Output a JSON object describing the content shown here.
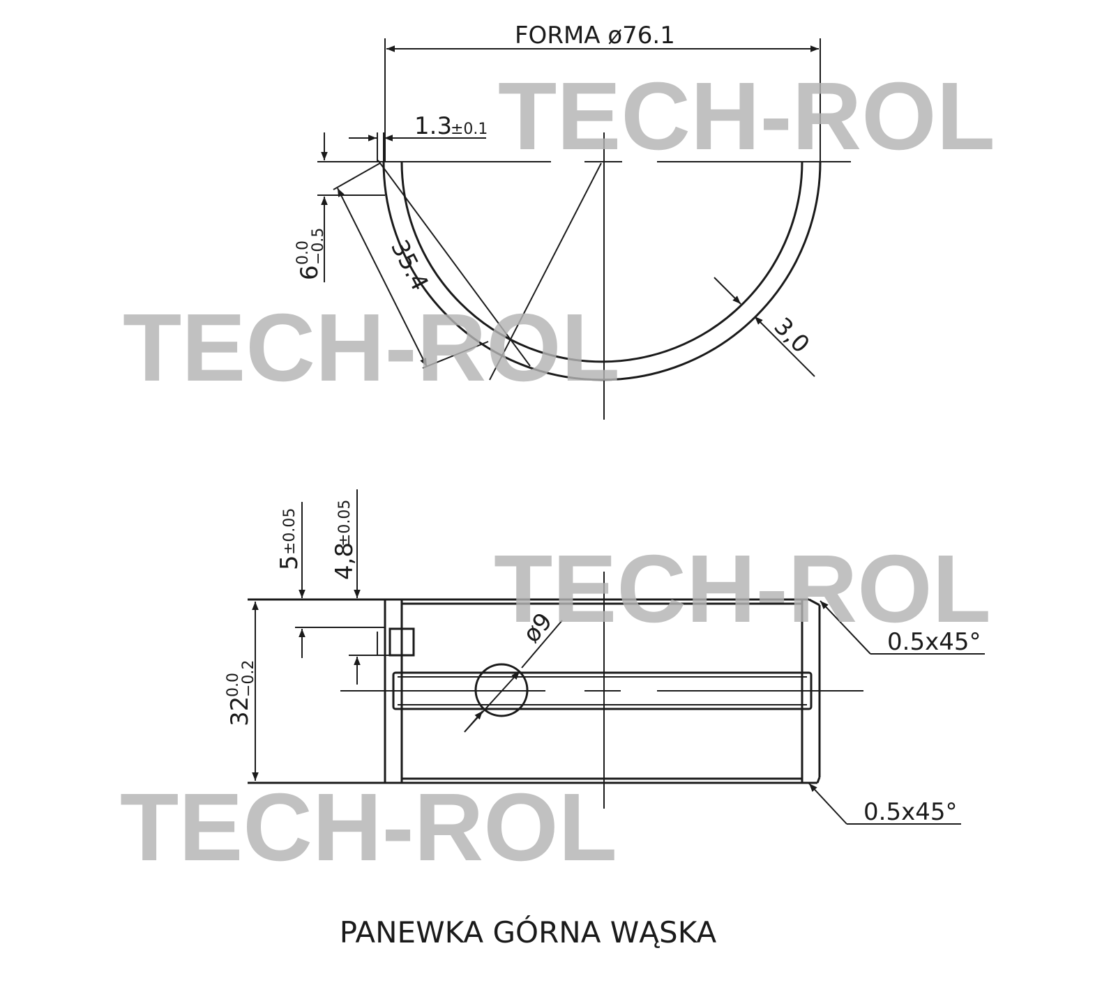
{
  "top_view": {
    "forma_label": "FORMA ø76.1",
    "width_dim": "1.3",
    "width_tol": "±0.1",
    "height_dim": "6",
    "height_tol_upper": "0.0",
    "height_tol_lower": "−0.5",
    "chord_dim": "35.4",
    "thickness_dim": "3,0"
  },
  "side_view": {
    "lug_dim": "5",
    "lug_tol": "±0.05",
    "lug2_dim": "4,8",
    "lug2_tol": "±0.05",
    "width_dim": "32",
    "width_tol_upper": "0.0",
    "width_tol_lower": "−0.2",
    "hole_dim": "ø9",
    "chamfer_top": "0.5x45°",
    "chamfer_bottom": "0.5x45°"
  },
  "watermark": "TECH-ROL",
  "caption": "PANEWKA GÓRNA WĄSKA",
  "colors": {
    "line": "#1a1a1a",
    "watermark": "#b3b3b3",
    "background": "#ffffff"
  }
}
